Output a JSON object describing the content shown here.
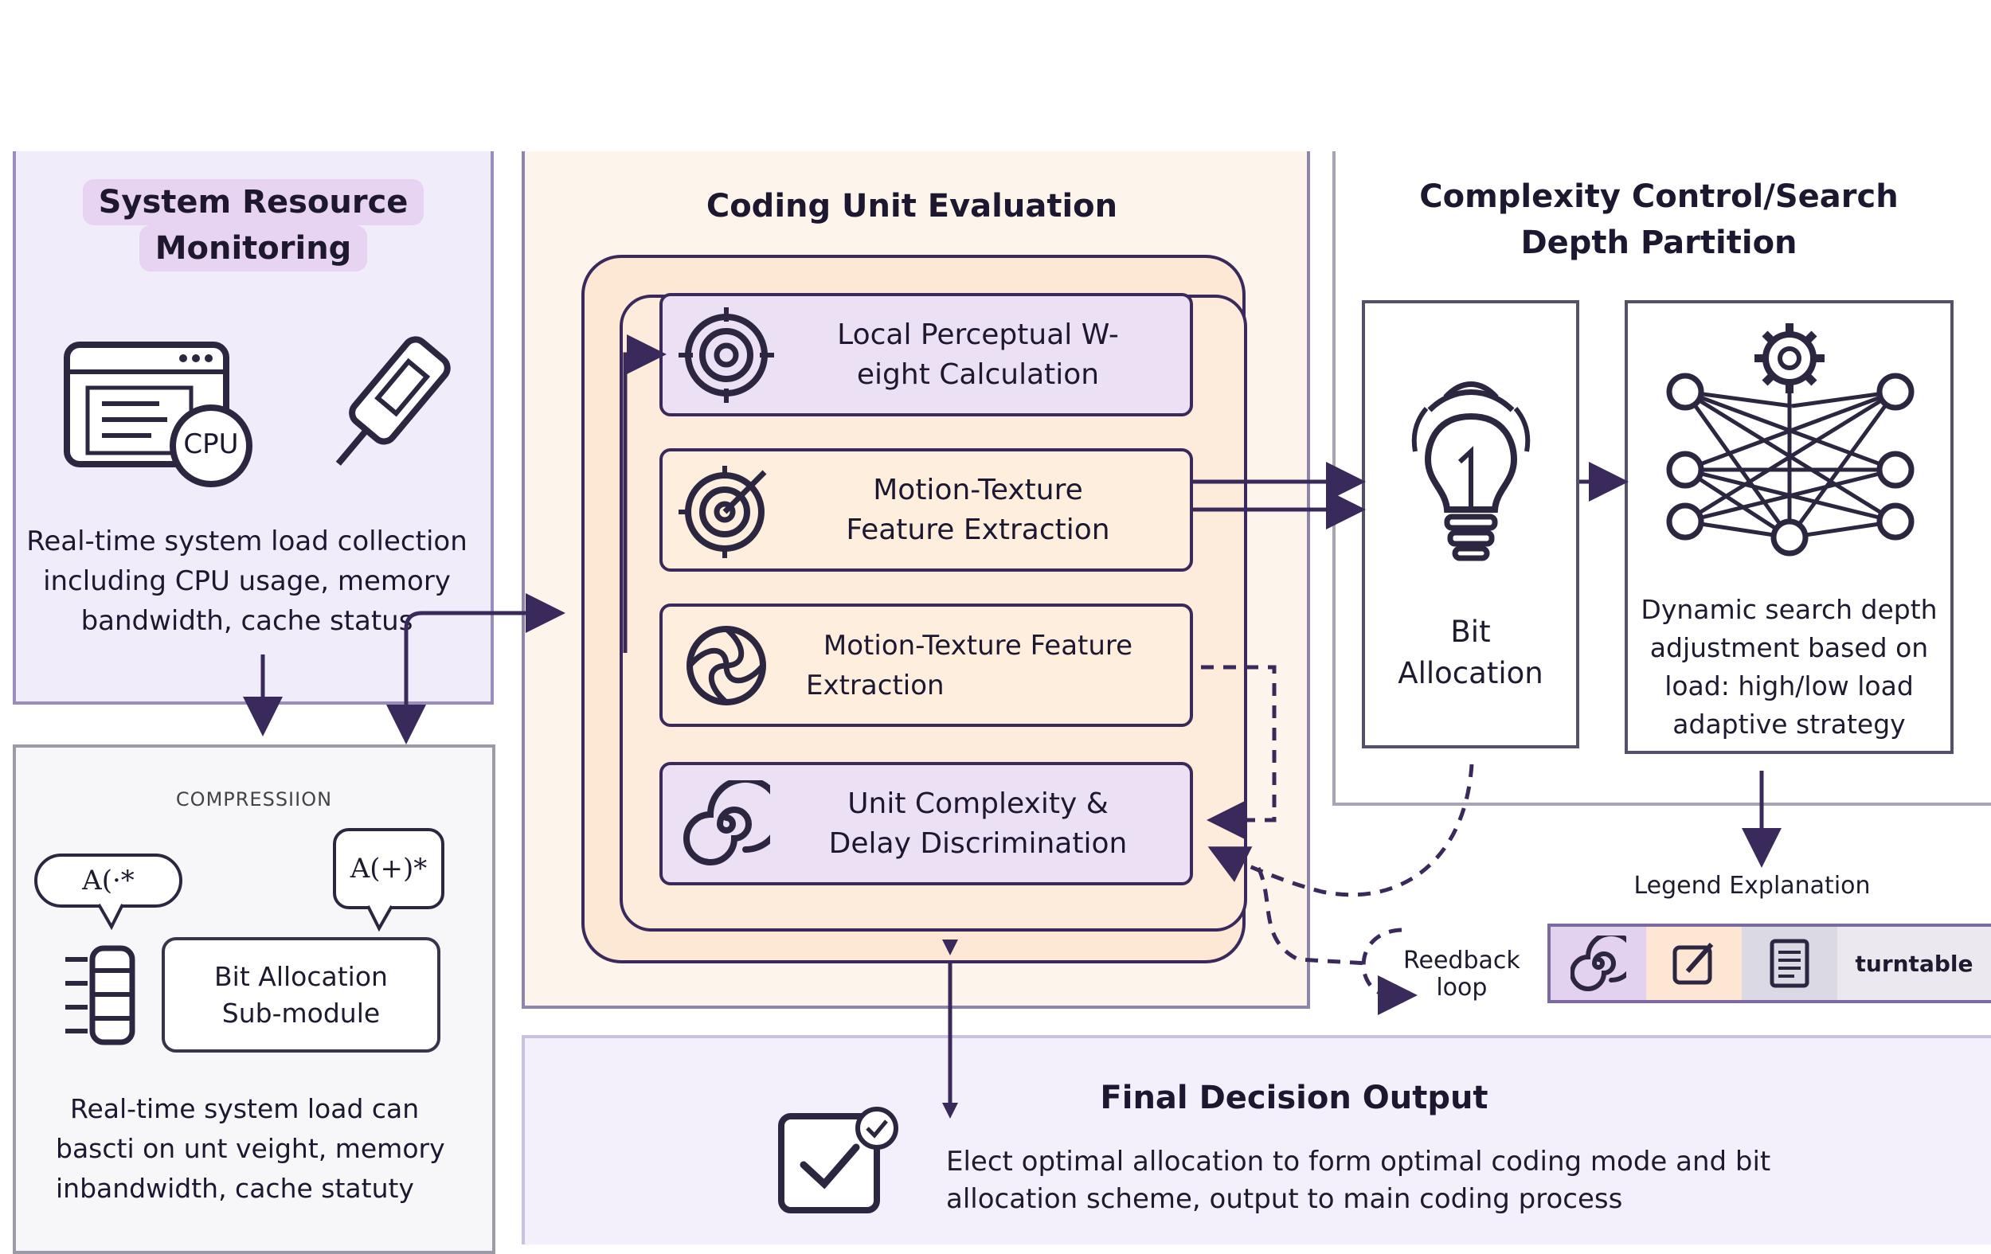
{
  "system_monitor": {
    "title_line1": "System Resource",
    "title_line2": "Monitoring",
    "cpu_label": "CPU",
    "desc_line1": "Real-time system load collection",
    "desc_line2": "including CPU usage, memory",
    "desc_line3": "bandwidth, cache status"
  },
  "compression": {
    "header": "COMPRESSIION",
    "bubble_left": "A(·*",
    "bubble_right": "A(+)*",
    "submodule_line1": "Bit Allocation",
    "submodule_line2": "Sub-module",
    "desc_line1": "Real-time system load can",
    "desc_line2": "basсti on unt veight, memory",
    "desc_line3": "inbandwidth, cache statuty"
  },
  "coding_unit": {
    "title": "Coding Unit Evaluation",
    "units": [
      {
        "line1": "Local Perceptual W-",
        "line2": "eight Calculation",
        "icon": "target-icon"
      },
      {
        "line1": "Motion-Texture",
        "line2": "Feature Extraction",
        "icon": "target-arrow-icon"
      },
      {
        "line1": "Motion-Texture Feature",
        "line2": "Extraction",
        "icon": "aperture-icon"
      },
      {
        "line1": "Unit Complexity &",
        "line2": "Delay Discrimination",
        "icon": "spiral-icon"
      }
    ]
  },
  "complexity_control": {
    "title_line1": "Complexity Control/Search",
    "title_line2": "Depth Partition",
    "bit_alloc_line1": "Bit",
    "bit_alloc_line2": "Allocation",
    "search_desc_line1": "Dynamic search depth",
    "search_desc_line2": "adjustment based on",
    "search_desc_line3": "load: high/low load",
    "search_desc_line4": "adaptive strategy"
  },
  "legend": {
    "title": "Legend Explanation",
    "last_label": "turntable",
    "icons": [
      "spiral-icon",
      "edit-icon",
      "document-icon"
    ]
  },
  "feedback": {
    "line1": "Reedback",
    "line2": "loop"
  },
  "final_output": {
    "title": "Final Decision Output",
    "desc_line1": "Elect optimal allocation to form optimal coding mode and bit",
    "desc_line2": "allocation scheme, output to main coding process"
  },
  "colors": {
    "stroke": "#3a2a5c",
    "unit_fill_purple": "#ece0f5",
    "unit_fill_peach": "#fdeede"
  }
}
